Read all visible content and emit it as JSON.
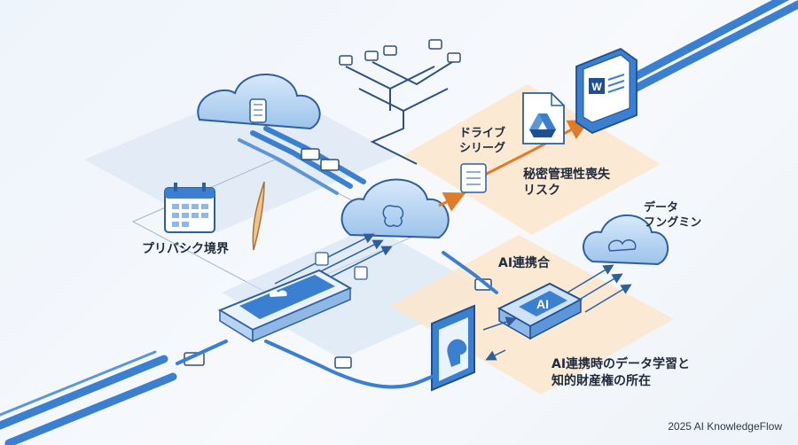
{
  "labels": {
    "drive_sharing_l1": "ドライブ",
    "drive_sharing_l2": "シリーグ",
    "confidentiality_l1": "秘密管理性喪失",
    "confidentiality_l2": "リスク",
    "data_l1": "データ",
    "data_l2": "フングミン",
    "privacy_boundary": "プリバシク境界",
    "ai_integration": "AI連携合",
    "ai_learning_l1": "AI連携時のデータ学習と",
    "ai_learning_l2": "知的財産権の所在",
    "ai_chip": "AI",
    "word_letter": "W"
  },
  "footer": {
    "credit": "2025 AI KnowledgeFlow"
  },
  "colors": {
    "blue": "#3b7fd1",
    "blue_dark": "#1f4f8f",
    "blue_light": "#cfe2f7",
    "orange_zone": "#fbe6cc",
    "arrow_orange": "#e07b2a"
  },
  "icons": [
    "cloud-icon",
    "calendar-icon",
    "google-drive-icon",
    "word-icon",
    "ai-chip-icon",
    "brain-icon",
    "server-icon",
    "plug-icon"
  ]
}
